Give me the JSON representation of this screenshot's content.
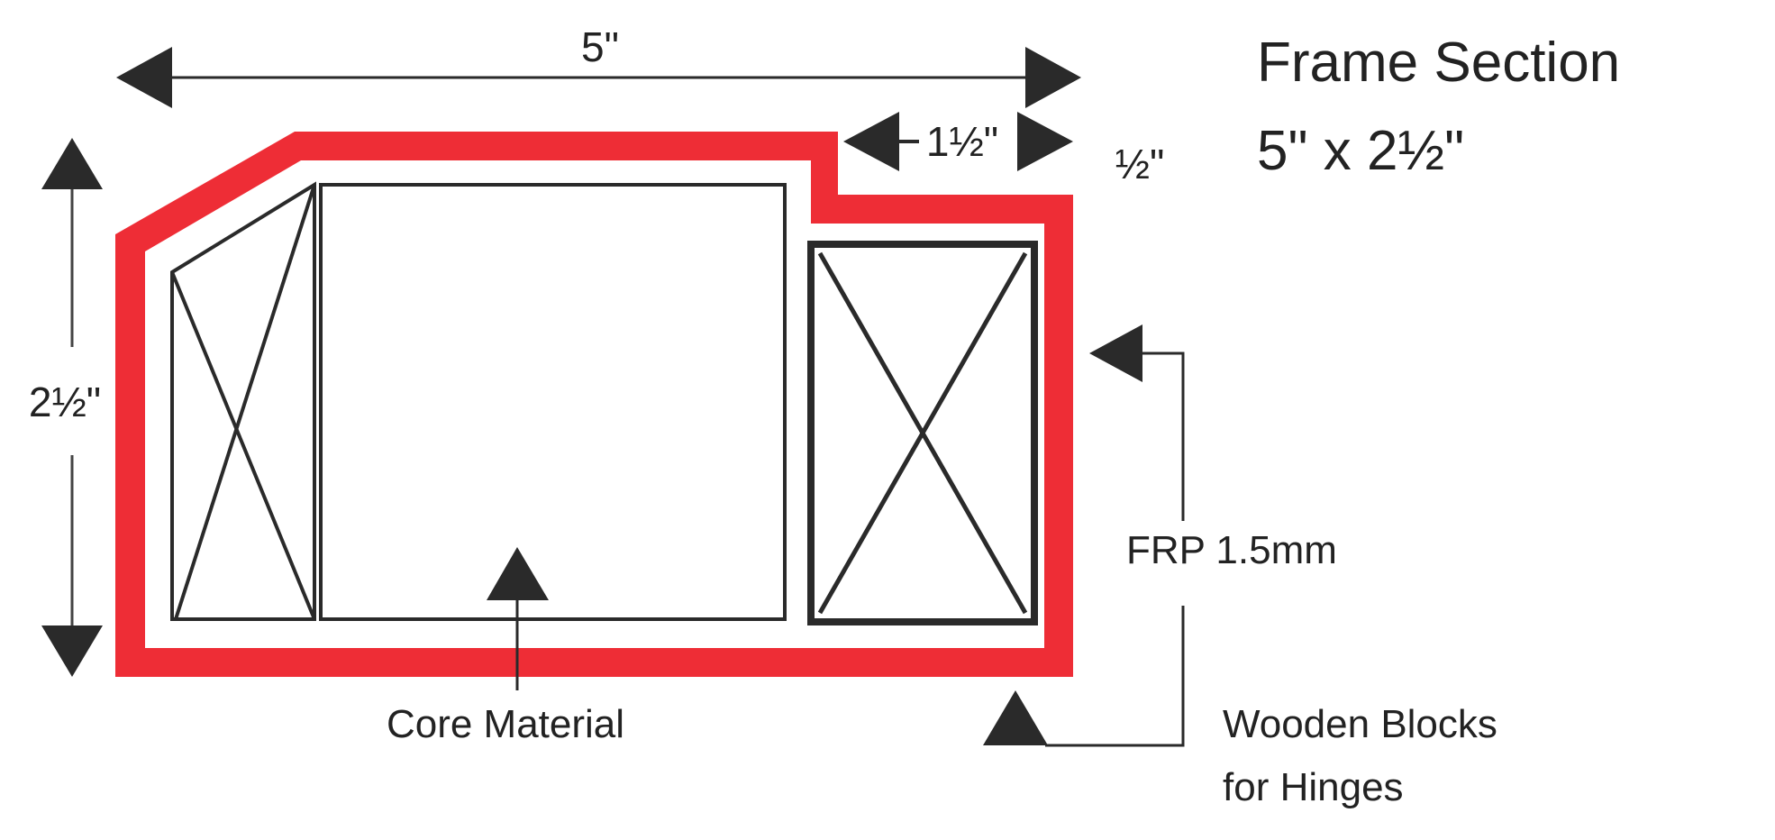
{
  "title": {
    "line1": "Frame Section",
    "line2": "5\" x 2½\""
  },
  "dimensions": {
    "width": "5\"",
    "height": "2½\"",
    "step_width": "1½\"",
    "step_depth": "½\""
  },
  "labels": {
    "frp": "FRP 1.5mm",
    "core": "Core Material",
    "blocks_line1": "Wooden Blocks",
    "blocks_line2": "for Hinges"
  },
  "colors": {
    "frp": "#ee2d36",
    "lines": "#2a2a2a"
  }
}
